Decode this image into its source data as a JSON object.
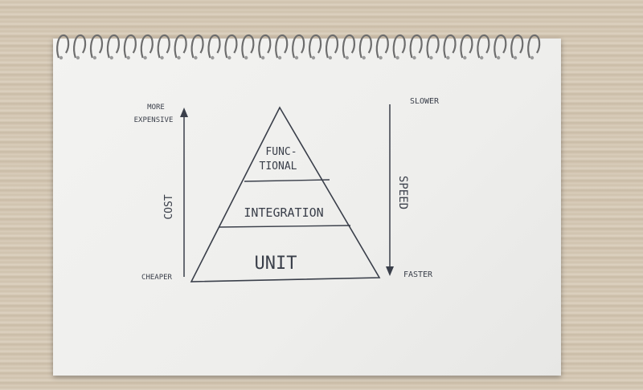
{
  "diagram": {
    "pyramid_layers": [
      {
        "line1": "FUNC-",
        "line2": "TIONAL"
      },
      {
        "line1": "INTEGRATION"
      },
      {
        "line1": "UNIT"
      }
    ],
    "cost_axis": {
      "label": "COST",
      "top_label_1": "MORE",
      "top_label_2": "EXPENSIVE",
      "bottom_label": "CHEAPER"
    },
    "speed_axis": {
      "label": "SPEED",
      "top_label": "SLOWER",
      "bottom_label": "FASTER"
    }
  }
}
